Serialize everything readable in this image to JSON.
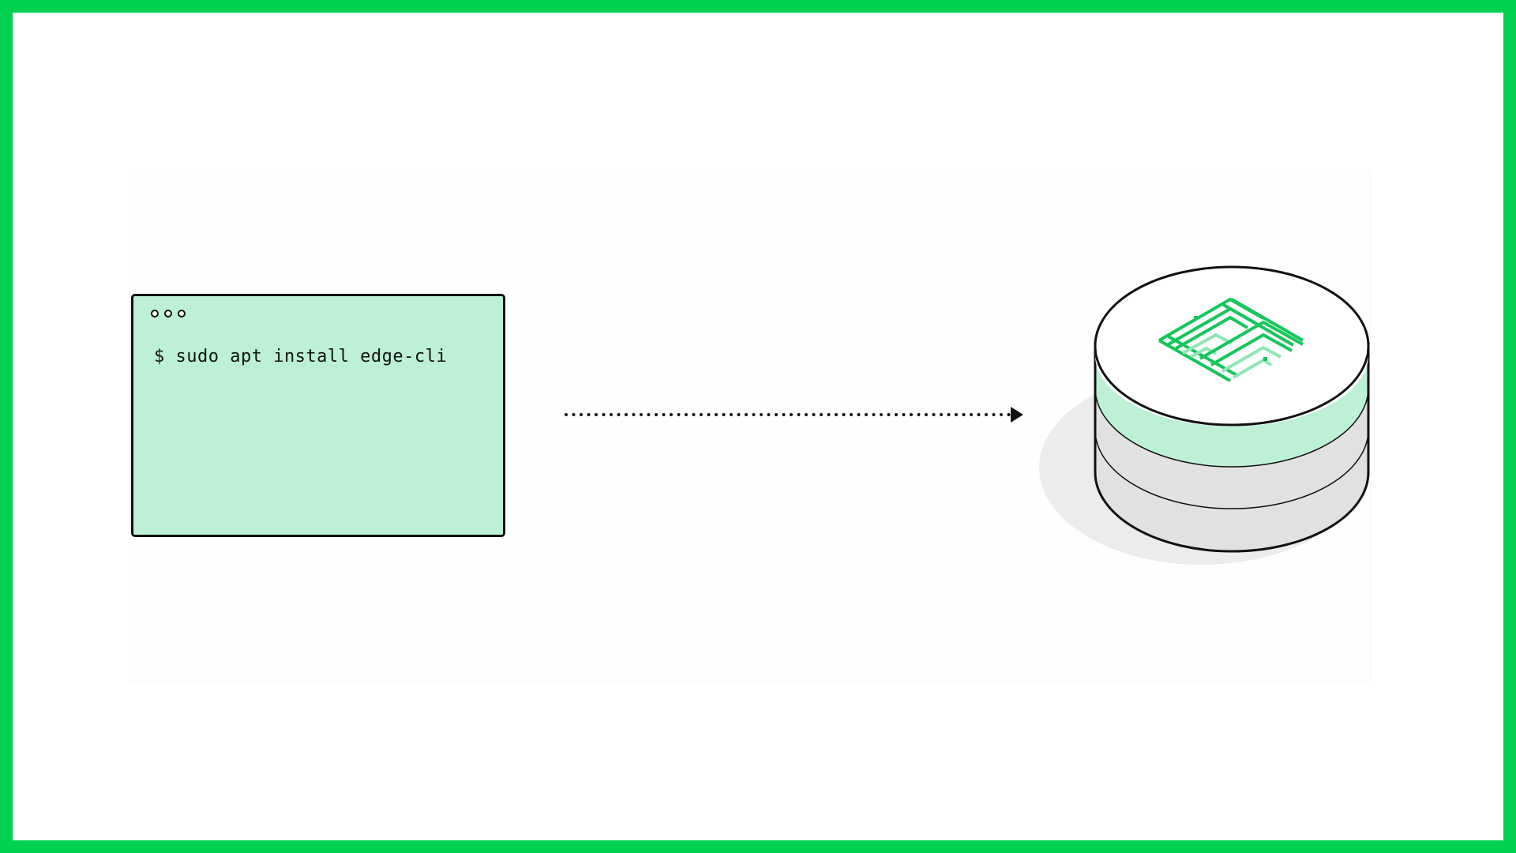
{
  "terminal": {
    "window_controls": [
      "circle-icon",
      "circle-icon",
      "circle-icon"
    ],
    "command": "$ sudo apt install edge-cli"
  },
  "arrow": {
    "style": "dotted",
    "direction": "right"
  },
  "database": {
    "icon": "database-cylinder-icon",
    "logo": "maze-logo-icon",
    "layers": [
      "logo-top",
      "green-band",
      "gray-band",
      "gray-band"
    ]
  },
  "colors": {
    "frame_border": "#00d150",
    "terminal_fill": "#bcf1d5",
    "logo_green": "#15c65a",
    "logo_light_green": "#8fe6b5",
    "db_band_green": "#bcf1d5",
    "db_band_gray": "#e1e1e1",
    "shadow": "#ececec",
    "outline": "#111111"
  }
}
